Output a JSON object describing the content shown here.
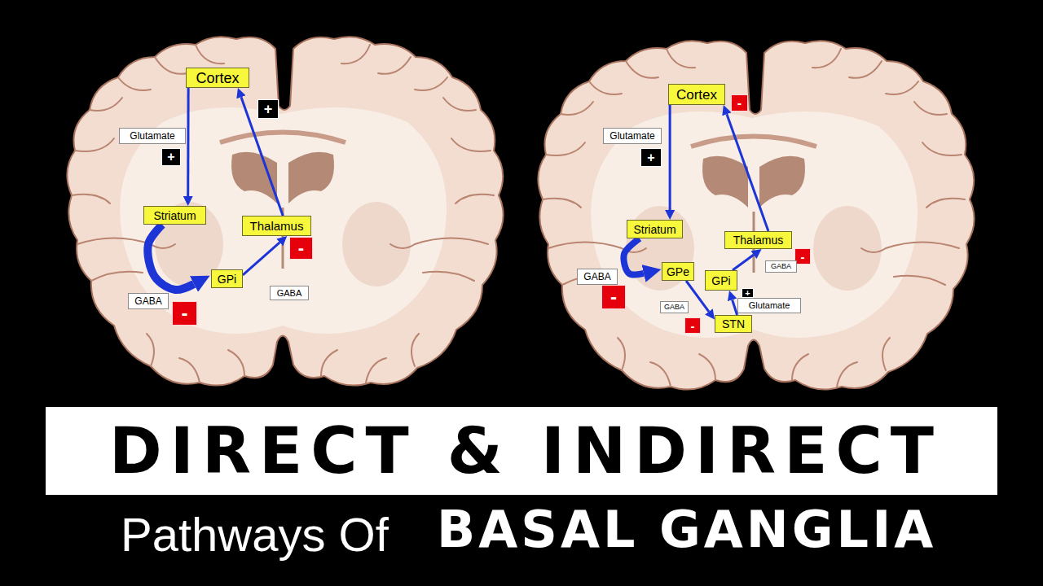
{
  "diagram": {
    "nodes": [
      {
        "text": [
          "Cortex"
        ]
      },
      {
        "text": [
          "+"
        ]
      },
      {
        "text": [
          "Glutamate"
        ]
      },
      {
        "text": [
          "+"
        ]
      },
      {
        "text": [
          "Striatum"
        ]
      },
      {
        "text": [
          "Thalamus"
        ]
      },
      {
        "text": [
          "-"
        ]
      },
      {
        "text": [
          "GPi"
        ]
      },
      {
        "text": [
          "GABA"
        ]
      },
      {
        "text": [
          "GABA"
        ]
      },
      {
        "text": [
          "-"
        ]
      },
      {
        "text": [
          "Cortex"
        ]
      },
      {
        "text": [
          "-"
        ]
      },
      {
        "text": [
          "Glutamate"
        ]
      },
      {
        "text": [
          "+"
        ]
      },
      {
        "text": [
          "Striatum"
        ]
      },
      {
        "text": [
          "Thalamus"
        ]
      },
      {
        "text": [
          "-"
        ]
      },
      {
        "text": [
          "GABA"
        ]
      },
      {
        "text": [
          "GABA"
        ]
      },
      {
        "text": [
          "GPe"
        ]
      },
      {
        "text": [
          "GPi"
        ]
      },
      {
        "text": [
          "+"
        ]
      },
      {
        "text": [
          "-"
        ]
      },
      {
        "text": [
          "Glutamate"
        ]
      },
      {
        "text": [
          "GABA"
        ]
      },
      {
        "text": [
          "-"
        ]
      },
      {
        "text": [
          "STN"
        ]
      },
      {
        "text": [
          "DIRECT & INDIRECT"
        ]
      }
    ],
    "edges": [
      {
        "from": 0,
        "to": 4,
        "arrow": "to"
      },
      {
        "from": 4,
        "to": 7,
        "arrow": "to"
      },
      {
        "from": 7,
        "to": 5,
        "arrow": "to"
      },
      {
        "from": 5,
        "to": 0,
        "arrow": "to"
      },
      {
        "from": 11,
        "to": 15,
        "arrow": "to"
      },
      {
        "from": 15,
        "to": 20,
        "arrow": "to"
      },
      {
        "from": 20,
        "to": 27,
        "arrow": "to"
      },
      {
        "from": 27,
        "to": 21,
        "arrow": "to"
      },
      {
        "from": 21,
        "to": 16,
        "arrow": "to"
      },
      {
        "from": 16,
        "to": 11,
        "arrow": "to"
      }
    ],
    "labels": [
      "Pathways Of",
      "BASAL GANGLIA"
    ]
  }
}
